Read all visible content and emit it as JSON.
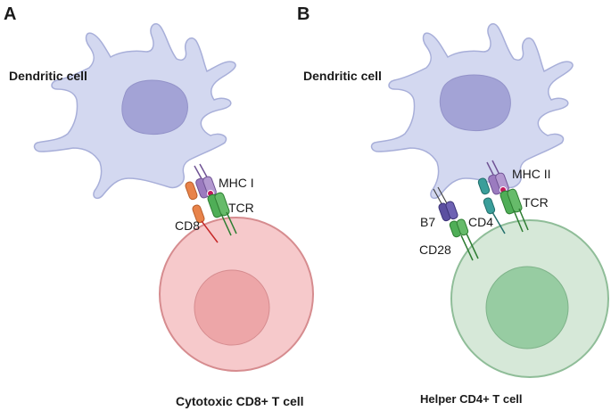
{
  "panels": {
    "a": {
      "letter": "A",
      "dendritic_label": "Dendritic cell",
      "tcell_label": "Cytotoxic CD8+ T cell",
      "receptor_labels": {
        "mhc": "MHC I",
        "tcr": "TCR",
        "co": "CD8"
      }
    },
    "b": {
      "letter": "B",
      "dendritic_label": "Dendritic cell",
      "tcell_label": "Helper CD4+ T cell",
      "receptor_labels": {
        "mhc": "MHC II",
        "tcr": "TCR",
        "co": "CD4",
        "b7": "B7",
        "cd28": "CD28"
      }
    }
  },
  "colors": {
    "dendritic_fill": "#d3d8f0",
    "dendritic_stroke": "#a8afd9",
    "dendritic_nucleus": "#a3a3d6",
    "cytotoxic_outer": "#f6c9cb",
    "cytotoxic_inner": "#eda6a8",
    "cytotoxic_stroke": "#d68c8f",
    "helper_outer": "#d6e8d8",
    "helper_inner": "#97cca2",
    "helper_stroke": "#8fbd98",
    "mhc": "#9b7bbf",
    "tcr": "#4fae57",
    "cd8": "#e8834a",
    "cd4": "#3a9e9a",
    "b7": "#5b4fa0",
    "cd28": "#4fae57",
    "peptide": "#c2185b"
  }
}
